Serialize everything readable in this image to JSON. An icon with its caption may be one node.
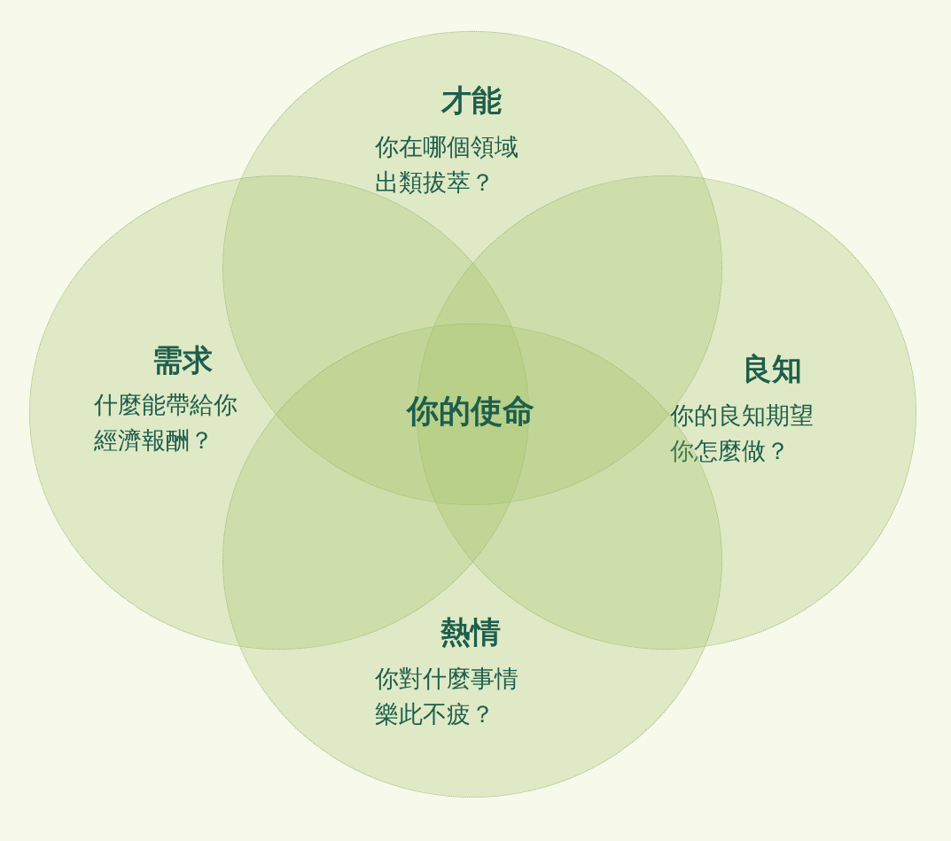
{
  "diagram": {
    "nodes": [
      {
        "text": [
          "才能",
          "你在哪個領域出類拔萃？"
        ]
      },
      {
        "text": [
          "需求",
          "什麼能帶給你經濟報酬？"
        ]
      },
      {
        "text": [
          "良知",
          "你的良知期望你怎麼做？"
        ]
      },
      {
        "text": [
          "熱情",
          "你對什麼事情樂此不疲？"
        ]
      }
    ],
    "labels": [
      "你的使命"
    ]
  }
}
